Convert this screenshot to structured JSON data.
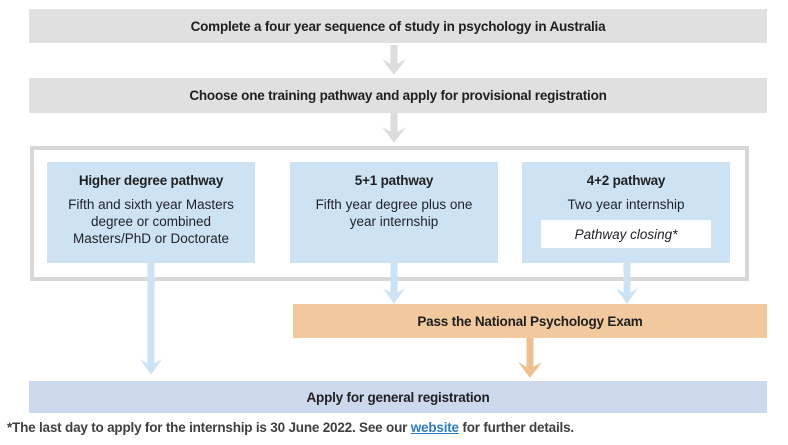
{
  "flow": {
    "step1": "Complete a four year sequence of study in psychology in Australia",
    "step2": "Choose one training pathway and apply for provisional registration",
    "pathways": [
      {
        "title": "Higher degree pathway",
        "description": "Fifth and sixth year Masters degree or combined Masters/PhD or Doctorate"
      },
      {
        "title": "5+1 pathway",
        "description": "Fifth year degree plus one year internship"
      },
      {
        "title": "4+2 pathway",
        "description": "Two year internship",
        "note": "Pathway closing*"
      }
    ],
    "exam": "Pass the National Psychology Exam",
    "final": "Apply for general registration"
  },
  "footnote": {
    "before_link": "*The last day to apply for the internship is 30 June 2022. See our ",
    "link": "website",
    "after_link": " for further details."
  },
  "palette": {
    "step_box_gray": "#e1e0e0",
    "gray_arrow": "#dcdcdc",
    "container_border": "#d8d7d7",
    "pathway_blue": "#cde3f4",
    "blue_arrow": "#cbe3f5",
    "exam_orange": "#f2c89e",
    "orange_arrow": "#eec08f",
    "final_lavender": "#ccd9ed",
    "footnote_text": "#3f3f3f",
    "link_blue": "#2e7dbf"
  }
}
